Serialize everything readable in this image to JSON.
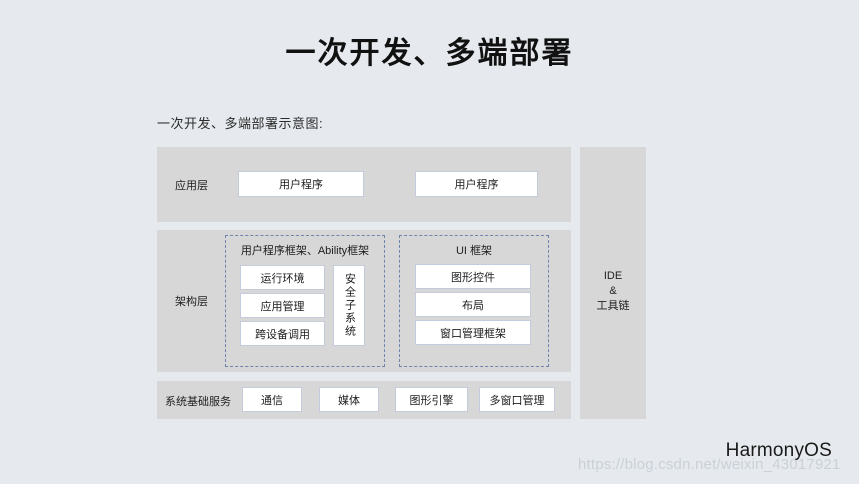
{
  "slide": {
    "title": "一次开发、多端部署",
    "subtitle": "一次开发、多端部署示意图:",
    "brand": "HarmonyOS",
    "watermark": "https://blog.csdn.net/weixin_43017921"
  },
  "colors": {
    "page_background": "#e6eaee",
    "panel_background": "#d7d7d7",
    "box_background": "#ffffff",
    "box_border": "#c3cbdd",
    "dashed_border": "#6f85ae",
    "text": "#1d1d1d",
    "watermark": "#c9d1d8"
  },
  "diagram": {
    "application_layer": {
      "label": "应用层",
      "boxes": [
        {
          "label": "用户程序"
        },
        {
          "label": "用户程序"
        }
      ]
    },
    "architecture_layer": {
      "label": "架构层",
      "groups": [
        {
          "title": "用户程序框架、Ability框架",
          "boxes": [
            {
              "label": "运行环境"
            },
            {
              "label": "应用管理"
            },
            {
              "label": "跨设备调用"
            }
          ],
          "side_box": {
            "label": "安全子系统"
          }
        },
        {
          "title": "UI 框架",
          "boxes": [
            {
              "label": "图形控件"
            },
            {
              "label": "布局"
            },
            {
              "label": "窗口管理框架"
            }
          ]
        }
      ]
    },
    "system_base_services": {
      "label": "系统基础服务",
      "boxes": [
        {
          "label": "通信"
        },
        {
          "label": "媒体"
        },
        {
          "label": "图形引擎"
        },
        {
          "label": "多窗口管理"
        }
      ]
    },
    "ide_panel": {
      "line1": "IDE",
      "line2": "&",
      "line3": "工具链"
    }
  }
}
